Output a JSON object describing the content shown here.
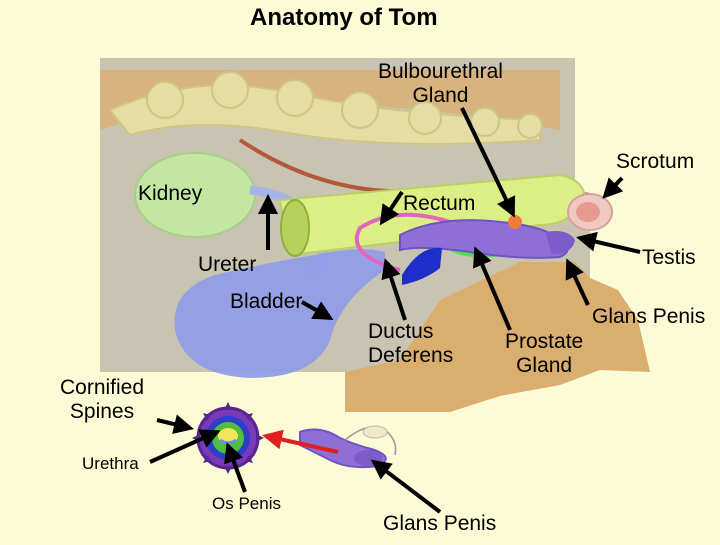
{
  "title": "Anatomy of Tom",
  "labels": {
    "bulbourethral": "Bulbourethral\nGland",
    "scrotum": "Scrotum",
    "kidney": "Kidney",
    "rectum": "Rectum",
    "testis": "Testis",
    "ureter": "Ureter",
    "bladder": "Bladder",
    "glans_penis_upper": "Glans Penis",
    "ductus_deferens": "Ductus\nDeferens",
    "prostate_gland": "Prostate\nGland",
    "cornified_spines": "Cornified\nSpines",
    "urethra": "Urethra",
    "os_penis": "Os Penis",
    "glans_penis_lower": "Glans Penis"
  },
  "colors": {
    "background": "#fdfbd6",
    "body_cavity": "#c9c3b1",
    "muscle": "#d9ae6f",
    "spine": "#e5dda3",
    "kidney": "#c3e6a3",
    "colon": "#dbef86",
    "ureter": "#a6b3e8",
    "bladder": "#8f9ce8",
    "penis": "#8d6fd6",
    "ductus": "#e066c2",
    "vessel": "#b15a3a",
    "scrotum": "#f0c9c3",
    "arrow": "#000000",
    "red_arrow": "#e02020"
  }
}
